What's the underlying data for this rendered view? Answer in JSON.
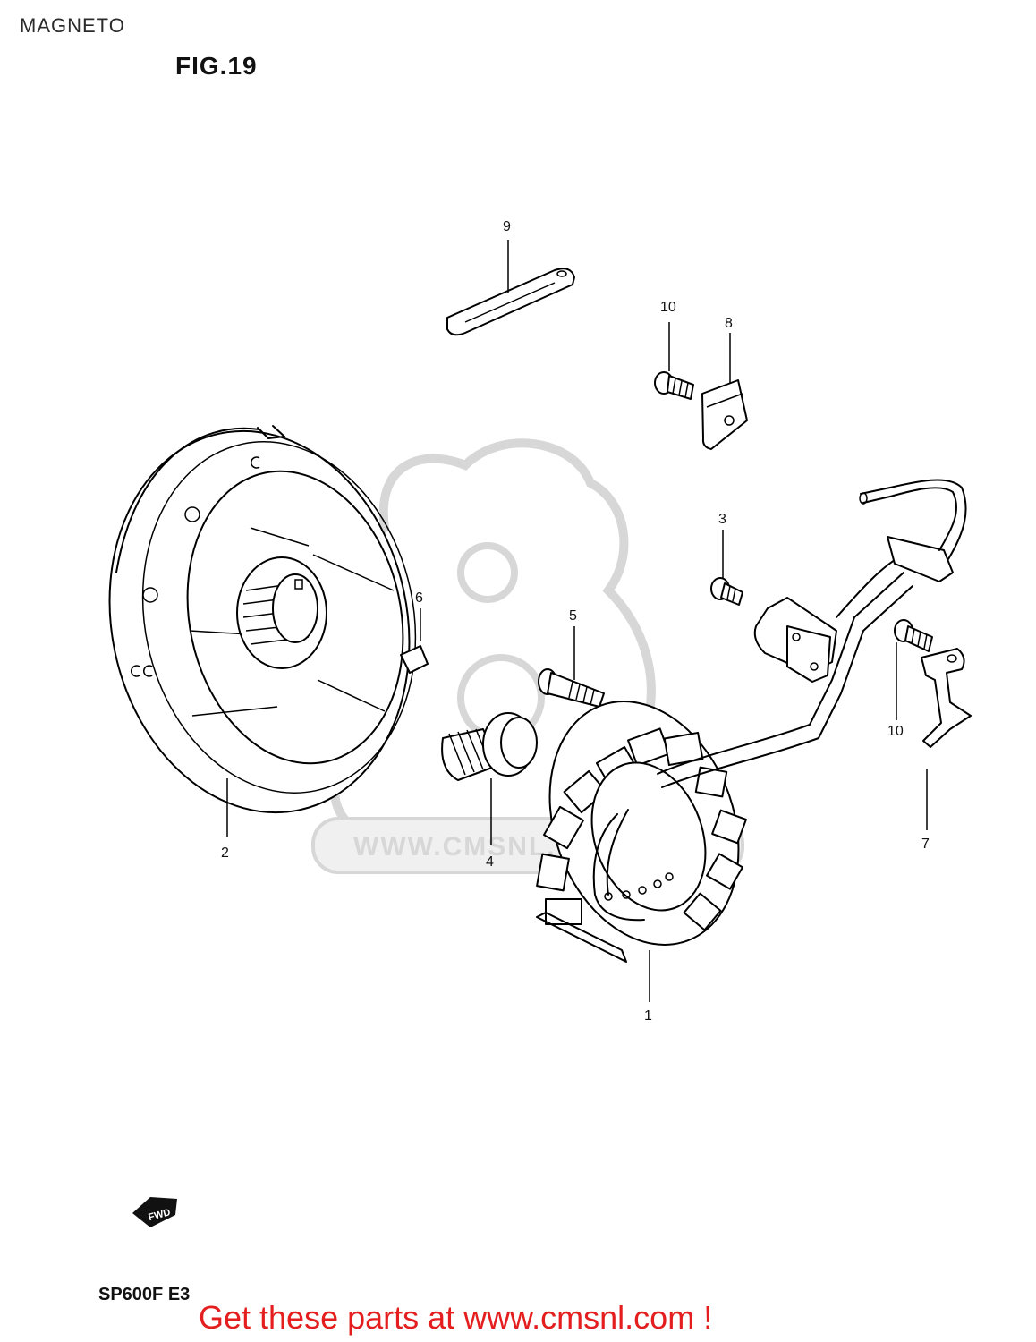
{
  "header": {
    "title": "MAGNETO",
    "figure": "FIG.19"
  },
  "footer": {
    "model": "SP600F  E3",
    "cta": "Get these parts at www.cmsnl.com !"
  },
  "watermark": {
    "text": "WWW.CMSNL.COM",
    "color": "#d3d3d3"
  },
  "fwd_badge": "FWD",
  "callouts": [
    {
      "id": "c1",
      "label": "1"
    },
    {
      "id": "c2",
      "label": "2"
    },
    {
      "id": "c3",
      "label": "3"
    },
    {
      "id": "c4",
      "label": "4"
    },
    {
      "id": "c5",
      "label": "5"
    },
    {
      "id": "c6",
      "label": "6"
    },
    {
      "id": "c7",
      "label": "7"
    },
    {
      "id": "c8",
      "label": "8"
    },
    {
      "id": "c9",
      "label": "9"
    },
    {
      "id": "c10",
      "label": "10"
    },
    {
      "id": "c10b",
      "label": "10"
    }
  ],
  "colors": {
    "line": "#000000",
    "cta": "#e41e1e",
    "watermark": "#d3d3d3"
  }
}
